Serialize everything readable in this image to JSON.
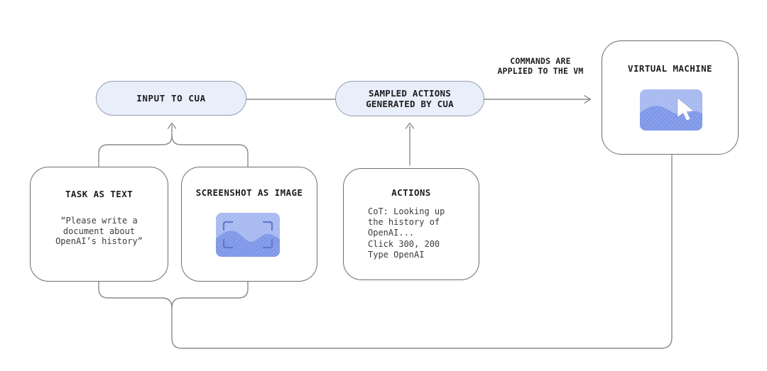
{
  "nodes": {
    "input_pill": {
      "label": "INPUT TO CUA"
    },
    "sampled_pill": {
      "label": "SAMPLED ACTIONS\nGENERATED BY CUA"
    },
    "virtual_machine": {
      "title": "VIRTUAL MACHINE"
    },
    "task": {
      "title": "TASK AS TEXT",
      "body": "“Please write a\ndocument about\nOpenAI’s history”"
    },
    "screenshot": {
      "title": "SCREENSHOT AS IMAGE"
    },
    "actions": {
      "title": "ACTIONS",
      "body": "CoT: Looking up\nthe history of\nOpenAI...\nClick 300, 200\nType OpenAI"
    }
  },
  "annotations": {
    "commands_note": "COMMANDS ARE\nAPPLIED TO THE VM"
  },
  "icons": {
    "vm_thumbnail": "image-with-cursor-icon",
    "screenshot_thumbnail": "framed-image-icon",
    "cursor": "mouse-pointer-icon"
  },
  "colors": {
    "pill_fill": "#e9eefb",
    "pill_border": "#959caa",
    "box_border": "#6e6e6e",
    "connector": "#8a8a8a",
    "text_primary": "#1d1d1f",
    "text_body": "#3c3c3e",
    "thumb_bg": "#a7b9f0",
    "thumb_wave": "#7e97e8",
    "thumb_bracket": "#5a73c8",
    "cursor_fill": "#ffffff"
  }
}
